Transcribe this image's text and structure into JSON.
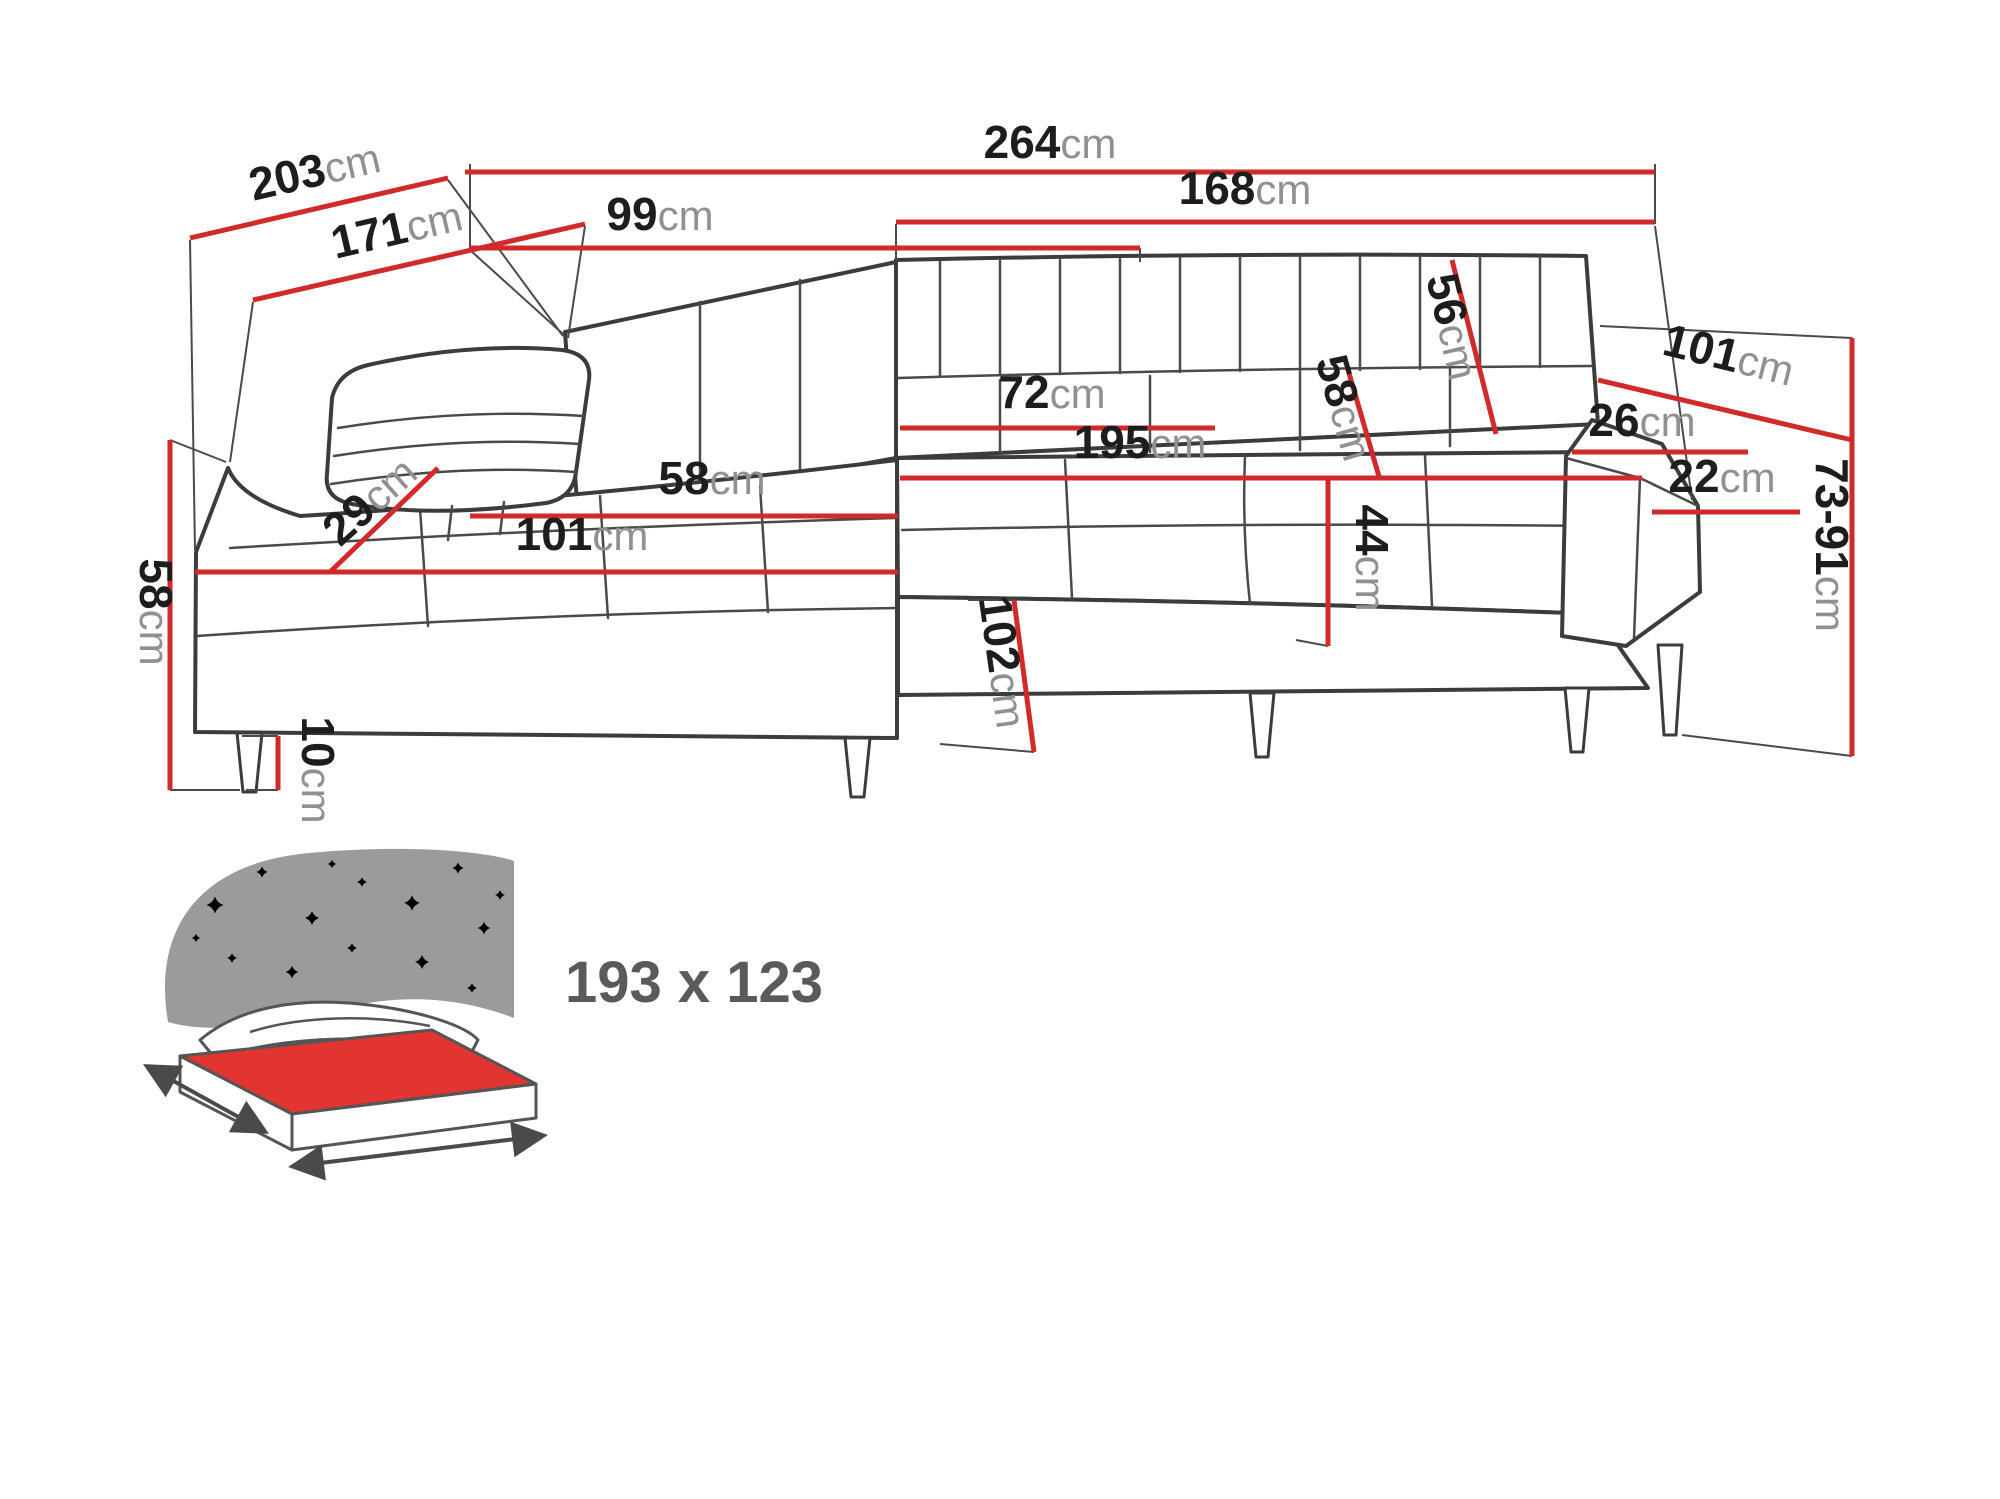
{
  "diagram": {
    "title": "corner-sofa-dimensions",
    "dims": {
      "d264": {
        "value": "264",
        "unit": "cm"
      },
      "d203": {
        "value": "203",
        "unit": "cm"
      },
      "d171": {
        "value": "171",
        "unit": "cm"
      },
      "d99": {
        "value": "99",
        "unit": "cm"
      },
      "d168": {
        "value": "168",
        "unit": "cm"
      },
      "d56": {
        "value": "56",
        "unit": "cm"
      },
      "d101r": {
        "value": "101",
        "unit": "cm"
      },
      "d26": {
        "value": "26",
        "unit": "cm"
      },
      "d7391": {
        "value": "73-91",
        "unit": "cm"
      },
      "d72": {
        "value": "72",
        "unit": "cm"
      },
      "d58d": {
        "value": "58",
        "unit": "cm"
      },
      "d195": {
        "value": "195",
        "unit": "cm"
      },
      "d22": {
        "value": "22",
        "unit": "cm"
      },
      "d58s": {
        "value": "58",
        "unit": "cm"
      },
      "d29": {
        "value": "29",
        "unit": "cm"
      },
      "d101l": {
        "value": "101",
        "unit": "cm"
      },
      "d44": {
        "value": "44",
        "unit": "cm"
      },
      "d58h": {
        "value": "58",
        "unit": "cm"
      },
      "d10": {
        "value": "10",
        "unit": "cm"
      },
      "d102": {
        "value": "102",
        "unit": "cm"
      }
    },
    "sleeping_area": {
      "label": "193 x 123"
    },
    "colors": {
      "dimension_red": "#d22a2a",
      "outline_gray": "#3c3c3c",
      "number_black": "#1d1d1d",
      "unit_gray": "#909090",
      "icon_gray": "#9b9b9b",
      "icon_red": "#e23430",
      "sleep_text_gray": "#5a5a5a"
    }
  }
}
